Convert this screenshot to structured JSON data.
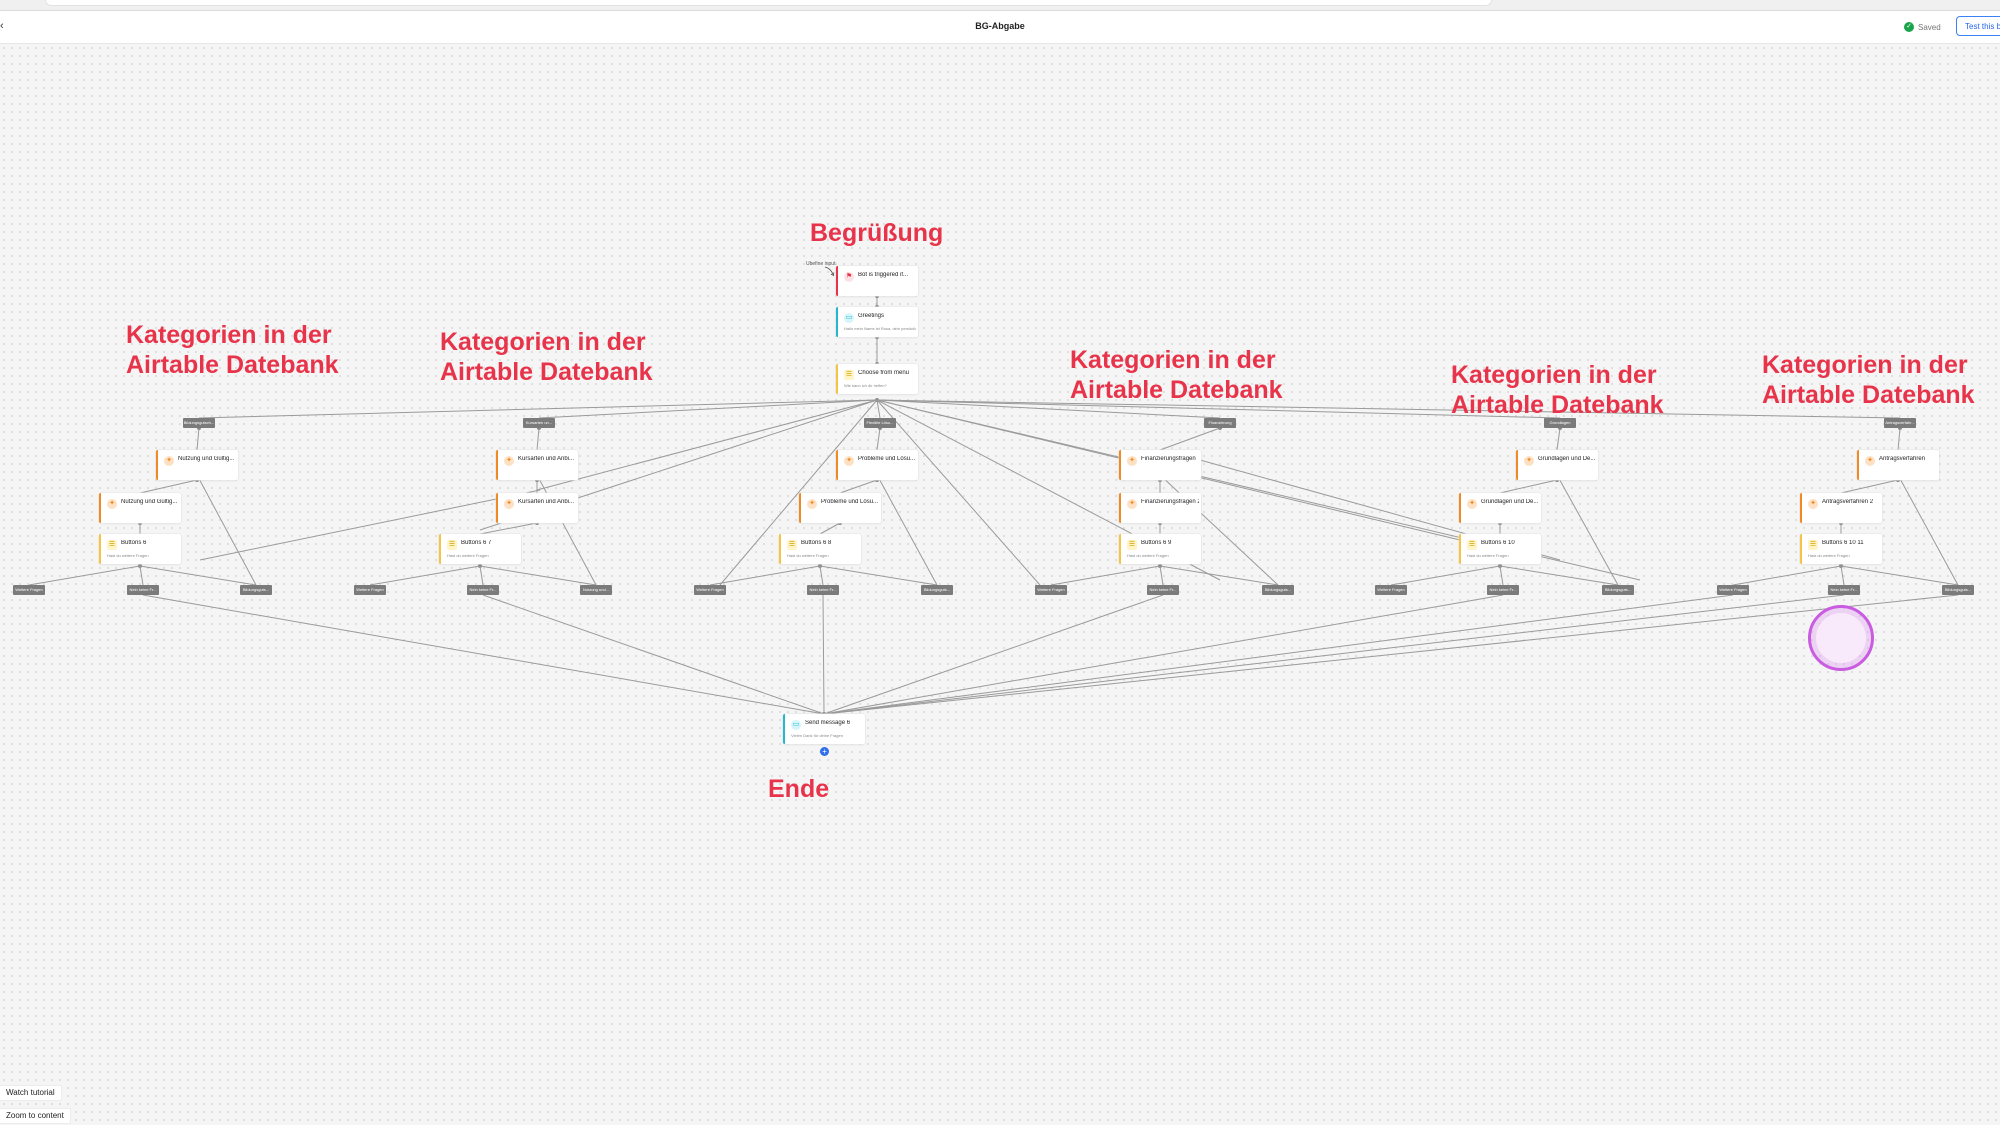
{
  "header": {
    "back_glyph": "‹",
    "title": "BG-Abgabe",
    "status": "Saved",
    "test_button": "Test this bot"
  },
  "annotations": {
    "greeting": "Begrüßung",
    "end": "Ende",
    "category_line1": "Kategorien in der",
    "category_line2": "Airtable Datebank"
  },
  "flow": {
    "unique_note": "Ubefine input",
    "trigger": {
      "label": "Bot is triggered if..."
    },
    "greetings": {
      "label": "Greetings",
      "sub": "Hallo mein Name ist Rosa, dein persönlicher Berater rund um das..."
    },
    "choose": {
      "label": "Choose from menu",
      "sub": "Wie kann ich dir helfen?"
    },
    "top_chips": [
      "Bildungsgutsch...",
      "Kursarten un...",
      "Flexible Lösu...",
      "Finanzierung",
      "Grundlagen",
      "Antragsverfahr..."
    ],
    "columns": [
      {
        "ai1": "Nutzung und Gültig...",
        "ai2": "Nutzung und Gültig...",
        "buttons": "Buttons 6",
        "sub": "Hast du weitere Fragen",
        "chips": [
          "Weitere Fragen",
          "Nein keine Fr...",
          "Bildungsguts..."
        ]
      },
      {
        "ai1": "Kursarten und Anbi...",
        "ai2": "Kursarten und Anbi...",
        "buttons": "Buttons 6 7",
        "sub": "Hast du weitere Fragen",
        "chips": [
          "Weitere Fragen",
          "Nein keine Fr...",
          "Nutzung und..."
        ]
      },
      {
        "ai1": "Probleme und Lösu...",
        "ai2": "Probleme und Lösu...",
        "buttons": "Buttons 6 8",
        "sub": "Hast du weitere Fragen",
        "chips": [
          "Weitere Fragen",
          "Nein keine Fr...",
          "Bildungsguts..."
        ]
      },
      {
        "ai1": "Finanzierungsfragen",
        "ai2": "Finanzierungsfragen 2",
        "buttons": "Buttons 6 9",
        "sub": "Hast du weitere Fragen",
        "chips": [
          "Weitere Fragen",
          "Nein keine Fr...",
          "Bildungsguts..."
        ]
      },
      {
        "ai1": "Grundlagen und De...",
        "ai2": "Grundlagen und De...",
        "buttons": "Buttons 6 10",
        "sub": "Hast du weitere Fragen",
        "chips": [
          "Weitere Fragen",
          "Nein keine Fr...",
          "Bildungsguts..."
        ]
      },
      {
        "ai1": "Antragsverfahren",
        "ai2": "Antragsverfahren 2",
        "buttons": "Buttons 6 10 11",
        "sub": "Hast du weitere Fragen",
        "chips": [
          "Weitere Fragen",
          "Nein keine Fr...",
          "Bildungsguts..."
        ]
      }
    ],
    "send": {
      "label": "Send message 6",
      "sub": "Vielen Dank für deine Fragen"
    }
  },
  "toolbar": {
    "watch_tutorial": "Watch tutorial",
    "zoom_to_content": "Zoom to content"
  },
  "colors": {
    "annotation": "#e8344a",
    "ai_accent": "#f08a24",
    "buttons_accent": "#f5c542",
    "message_accent": "#22b8cf",
    "trigger_accent": "#e8344a",
    "chip": "#7b7b7b",
    "cursor": "#c95ce0"
  },
  "icons": {
    "ai": "sparkle-icon",
    "buttons": "button-list-icon",
    "message": "chat-bubble-icon",
    "trigger": "trigger-icon"
  }
}
